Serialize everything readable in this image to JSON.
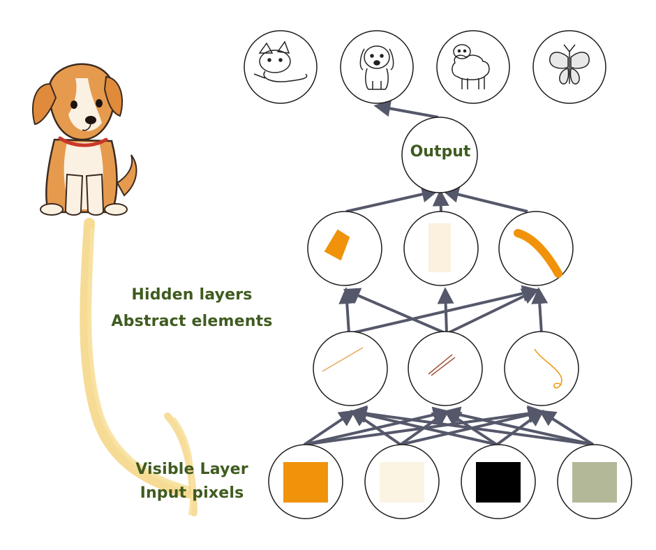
{
  "diagram": {
    "output_label": "Output",
    "hidden_layers": {
      "line1": "Hidden layers",
      "line2": "Abstract elements"
    },
    "visible_layer": {
      "line1": "Visible Layer",
      "line2": "Input pixels"
    },
    "output_classes": [
      "cat-icon",
      "dog-icon",
      "sheep-icon",
      "butterfly-icon"
    ],
    "hidden_layer_2": [
      "orange-patch",
      "cream-stroke",
      "orange-brush-stroke"
    ],
    "hidden_layer_1": [
      "orange-line",
      "brown-lines",
      "orange-curl"
    ],
    "input_pixels": [
      {
        "name": "orange-pixel",
        "color": "#f0930a"
      },
      {
        "name": "cream-pixel",
        "color": "#fbf4e3"
      },
      {
        "name": "black-pixel",
        "color": "#000000"
      },
      {
        "name": "sage-pixel",
        "color": "#b3b998"
      }
    ],
    "colors": {
      "text": "#3f5b1f",
      "arrows": "#55586a",
      "path": "#f3cf72",
      "dog_orange": "#e59a4d"
    }
  }
}
